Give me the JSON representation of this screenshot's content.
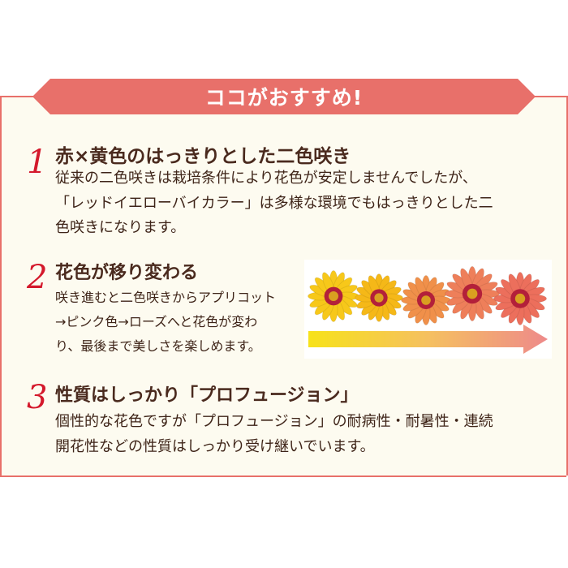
{
  "banner": {
    "title": "ココがおすすめ!"
  },
  "sections": [
    {
      "number": "1",
      "heading": "赤×黄色のはっきりとした二色咲き",
      "lines": [
        "従来の二色咲きは栽培条件により花色が安定しませんでしたが、",
        "「レッドイエローバイカラー」は多様な環境でもはっきりとした二",
        "色咲きになります。"
      ]
    },
    {
      "number": "2",
      "heading": "花色が移り変わる",
      "lines": [
        "咲き進むと二色咲きからアプリコット",
        "→ピンク色→ローズへと花色が変わ",
        "り、最後まで美しさを楽しめます。"
      ]
    },
    {
      "number": "3",
      "heading": "性質はしっかり「プロフュージョン」",
      "lines": [
        "個性的な花色ですが「プロフュージョン」の耐病性・耐暑性・連続",
        "開花性などの性質はしっかり受け継いでいます。"
      ]
    }
  ],
  "colors": {
    "accent": "#e8706a",
    "number": "#d4192c",
    "text": "#4a2a1e",
    "background": "#fdfbf0"
  },
  "flowers": {
    "petal_colors": [
      "#f7c81a",
      "#f5b818",
      "#f0904a",
      "#ee7f5a",
      "#ec6f5c"
    ]
  }
}
